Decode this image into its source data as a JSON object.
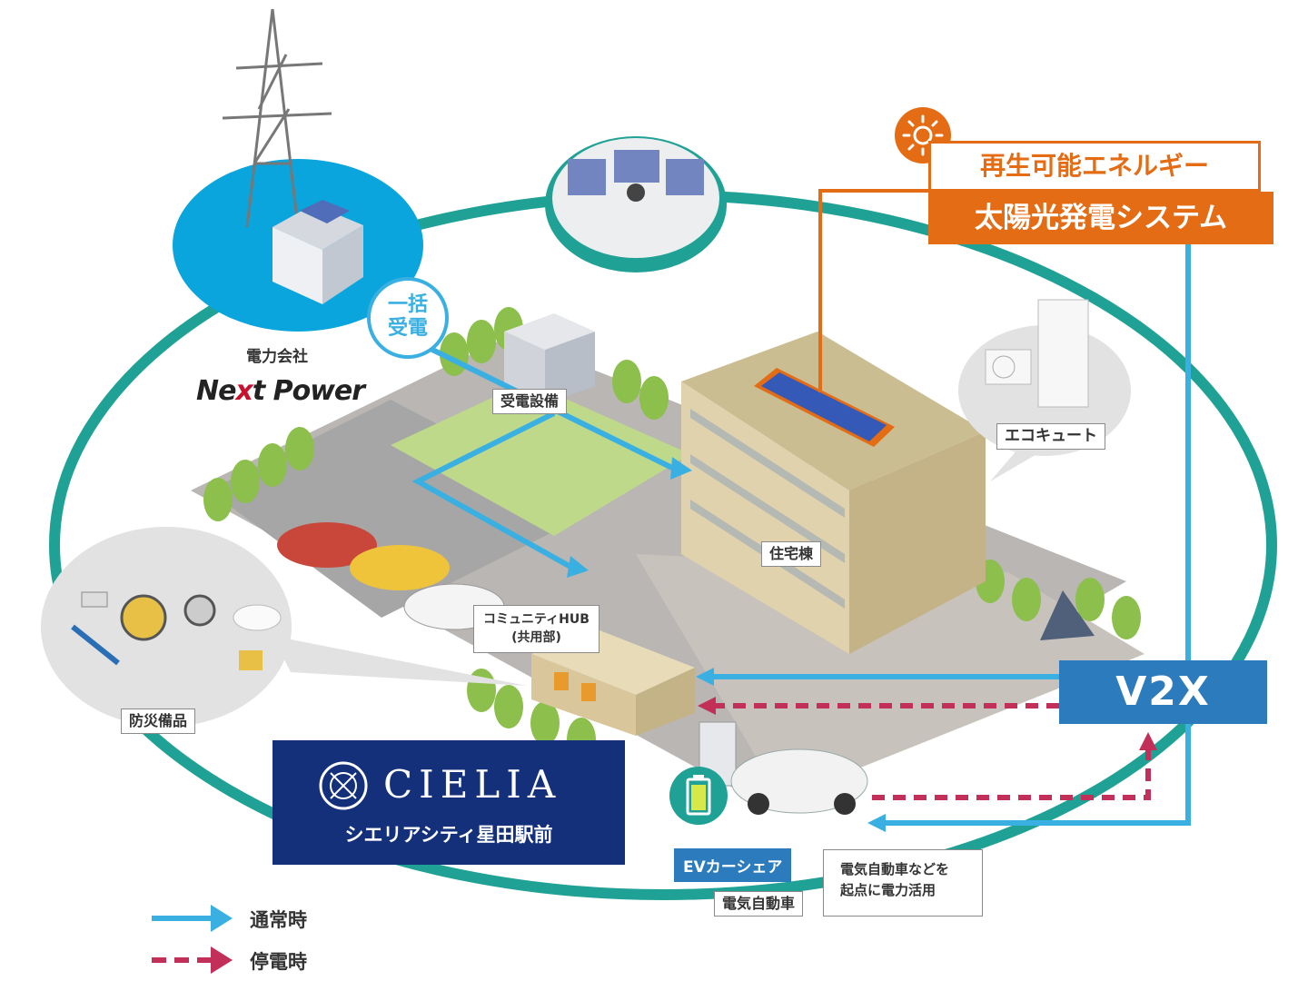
{
  "utility": {
    "label": "電力会社",
    "brand_part1": "Ne",
    "brand_x": "x",
    "brand_part2": "t Power"
  },
  "bulk_power": {
    "line1": "一括",
    "line2": "受電"
  },
  "labels": {
    "substation": "受電設備",
    "residential": "住宅棟",
    "community_hub_line1": "コミュニティHUB",
    "community_hub_line2": "(共用部)",
    "ecocute": "エコキュート",
    "disaster_supplies": "防災備品",
    "ev_car": "電気自動車"
  },
  "renewable": {
    "title": "再生可能エネルギー",
    "system": "太陽光発電システム"
  },
  "v2x": "V2X",
  "property": {
    "logo": "CIELIA",
    "name": "シエリアシティ星田駅前"
  },
  "ev_share": "EVカーシェア",
  "ev_note": {
    "line1": "電気自動車などを",
    "line2": "起点に電力活用"
  },
  "legend": {
    "normal": "通常時",
    "outage": "停電時"
  },
  "colors": {
    "normal_flow": "#3ab0e2",
    "outage_flow": "#c2305a",
    "renewable": "#e46c14",
    "teal_ring": "#1fa295",
    "v2x": "#2b7bbd",
    "brand_navy": "#14307a"
  }
}
